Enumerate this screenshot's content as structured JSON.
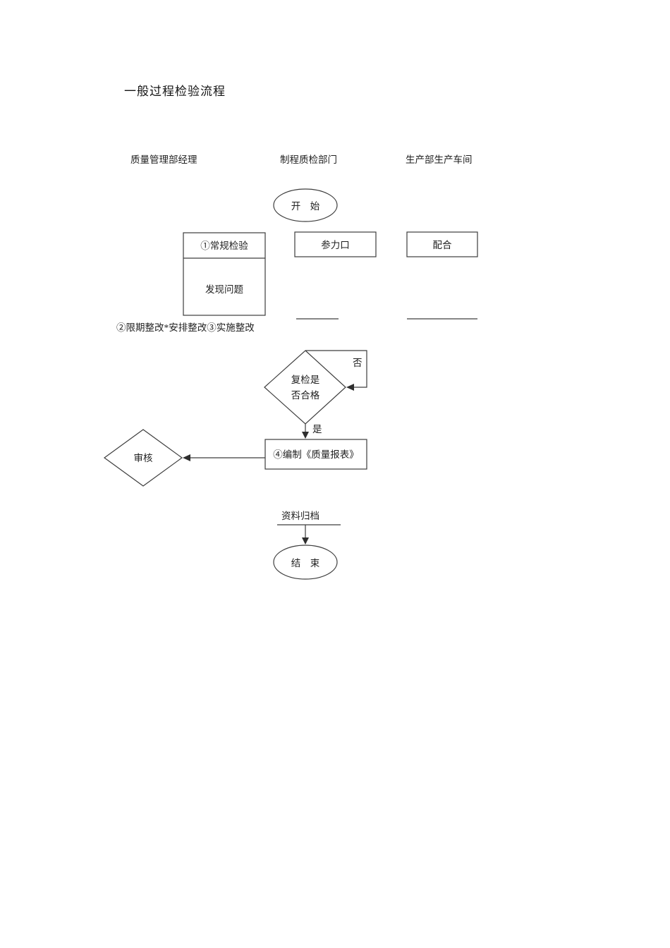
{
  "colors": {
    "background": "#ffffff",
    "ink": "#1f1f1f",
    "line": "#3d3d3d"
  },
  "document": {
    "title": "一般过程检验流程"
  },
  "lanes": {
    "manager": "质量管理部经理",
    "inspection_dept": "制程质检部门",
    "production": "生产部生产车间"
  },
  "flow": {
    "start": "开　始",
    "routine_inspection": "①常规检验",
    "find_problem": "发现问题",
    "participate": "参力口",
    "cooperate": "配合",
    "rectify_note": "②限期整改*安排整改③实施整改",
    "recheck_line1": "复检是",
    "recheck_line2": "否合格",
    "label_no": "否",
    "label_yes": "是",
    "compile_report": "④编制《质量报表》",
    "audit": "审核",
    "archive": "资料归档",
    "end": "结　束"
  }
}
